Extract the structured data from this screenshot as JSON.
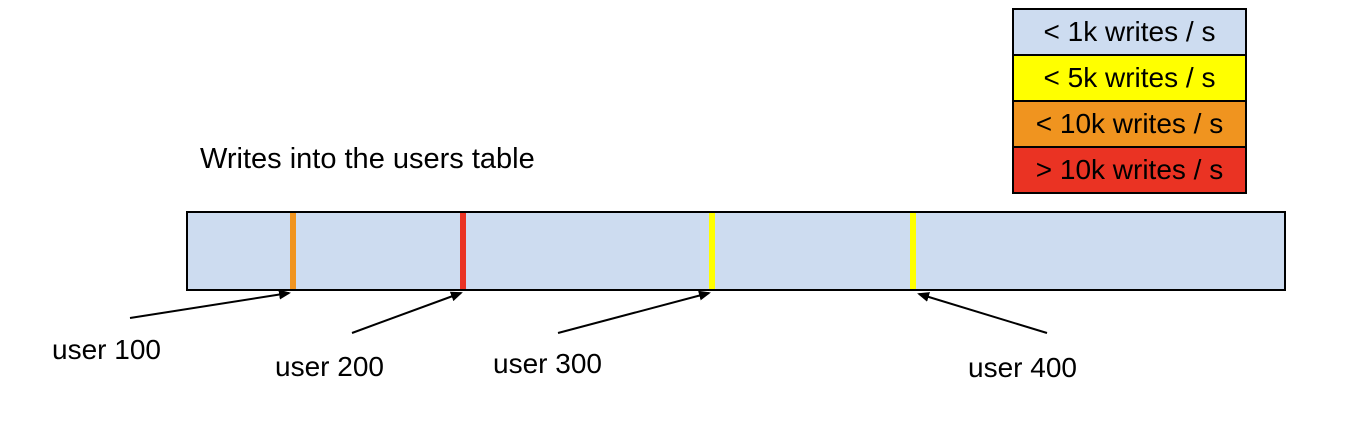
{
  "title": "Writes into the users table",
  "colors": {
    "bar_fill": "#cddcf0",
    "yellow": "#ffff00",
    "orange": "#f0941f",
    "red": "#ea3323",
    "border": "#000000"
  },
  "legend": {
    "items": [
      {
        "label": "< 1k writes / s",
        "color": "#cddcf0"
      },
      {
        "label": "< 5k writes / s",
        "color": "#ffff00"
      },
      {
        "label": "< 10k writes / s",
        "color": "#f0941f"
      },
      {
        "label": "> 10k writes / s",
        "color": "#ea3323"
      }
    ]
  },
  "bar": {
    "markers": [
      {
        "label": "user 100",
        "color": "#f0941f",
        "position_fraction": 0.097
      },
      {
        "label": "user 200",
        "color": "#ea3323",
        "position_fraction": 0.252
      },
      {
        "label": "user 300",
        "color": "#ffff00",
        "position_fraction": 0.478
      },
      {
        "label": "user 400",
        "color": "#ffff00",
        "position_fraction": 0.661
      }
    ]
  }
}
